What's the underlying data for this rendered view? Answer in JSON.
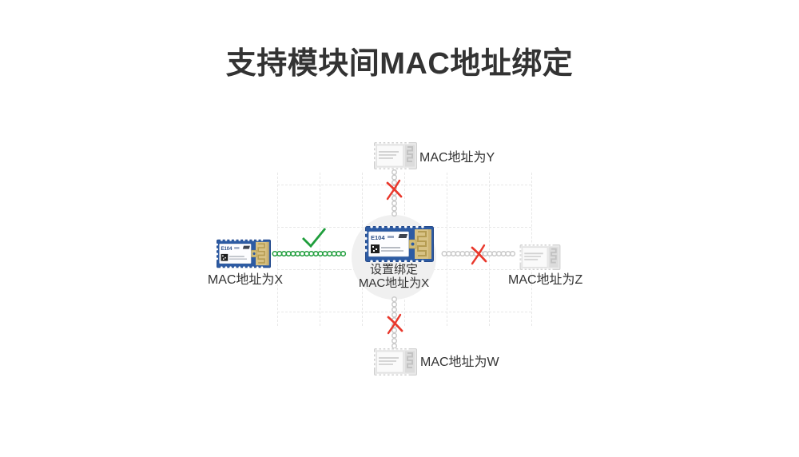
{
  "title": "支持模块间MAC地址绑定",
  "module_text": "E104",
  "hub": {
    "caption_line1": "设置绑定",
    "caption_line2": "MAC地址为X"
  },
  "nodes": {
    "left": {
      "label": "MAC地址为X",
      "status": "bound"
    },
    "top": {
      "label": "MAC地址为Y",
      "status": "blocked"
    },
    "right": {
      "label": "MAC地址为Z",
      "status": "blocked"
    },
    "bottom": {
      "label": "MAC地址为W",
      "status": "blocked"
    }
  },
  "colors": {
    "bound_green": "#1f9e3c",
    "blocked_red": "#e9382c",
    "module_blue": "#2d5ba3",
    "text": "#333333"
  }
}
